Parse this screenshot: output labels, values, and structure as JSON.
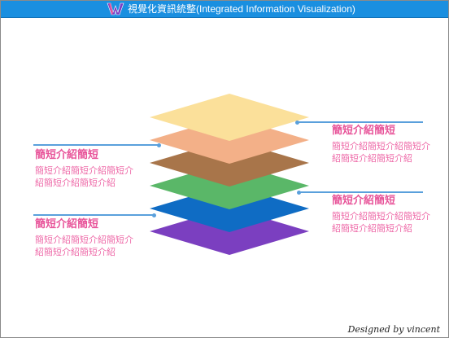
{
  "header": {
    "title": "視覺化資訊統整(Integrated Information Visualization)",
    "bar_color": "#1a8fe0"
  },
  "diagram": {
    "layers": [
      {
        "color": "#7b3fc0"
      },
      {
        "color": "#0f6cc4"
      },
      {
        "color": "#5ab768"
      },
      {
        "color": "#a8754a"
      },
      {
        "color": "#f3b088"
      },
      {
        "color": "#fbe09a"
      }
    ],
    "connector_color": "#5aa0dc",
    "callouts": {
      "left_top": {
        "title": "簡短介紹簡短",
        "desc": "簡短介紹簡短介紹簡短介紹簡短介紹簡短介紹"
      },
      "left_bottom": {
        "title": "簡短介紹簡短",
        "desc": "簡短介紹簡短介紹簡短介紹簡短介紹簡短介紹"
      },
      "right_top": {
        "title": "簡短介紹簡短",
        "desc": "簡短介紹簡短介紹簡短介紹簡短介紹簡短介紹"
      },
      "right_bottom": {
        "title": "簡短介紹簡短",
        "desc": "簡短介紹簡短介紹簡短介紹簡短介紹簡短介紹"
      }
    }
  },
  "footer": {
    "signature": "Designed by vincent"
  }
}
